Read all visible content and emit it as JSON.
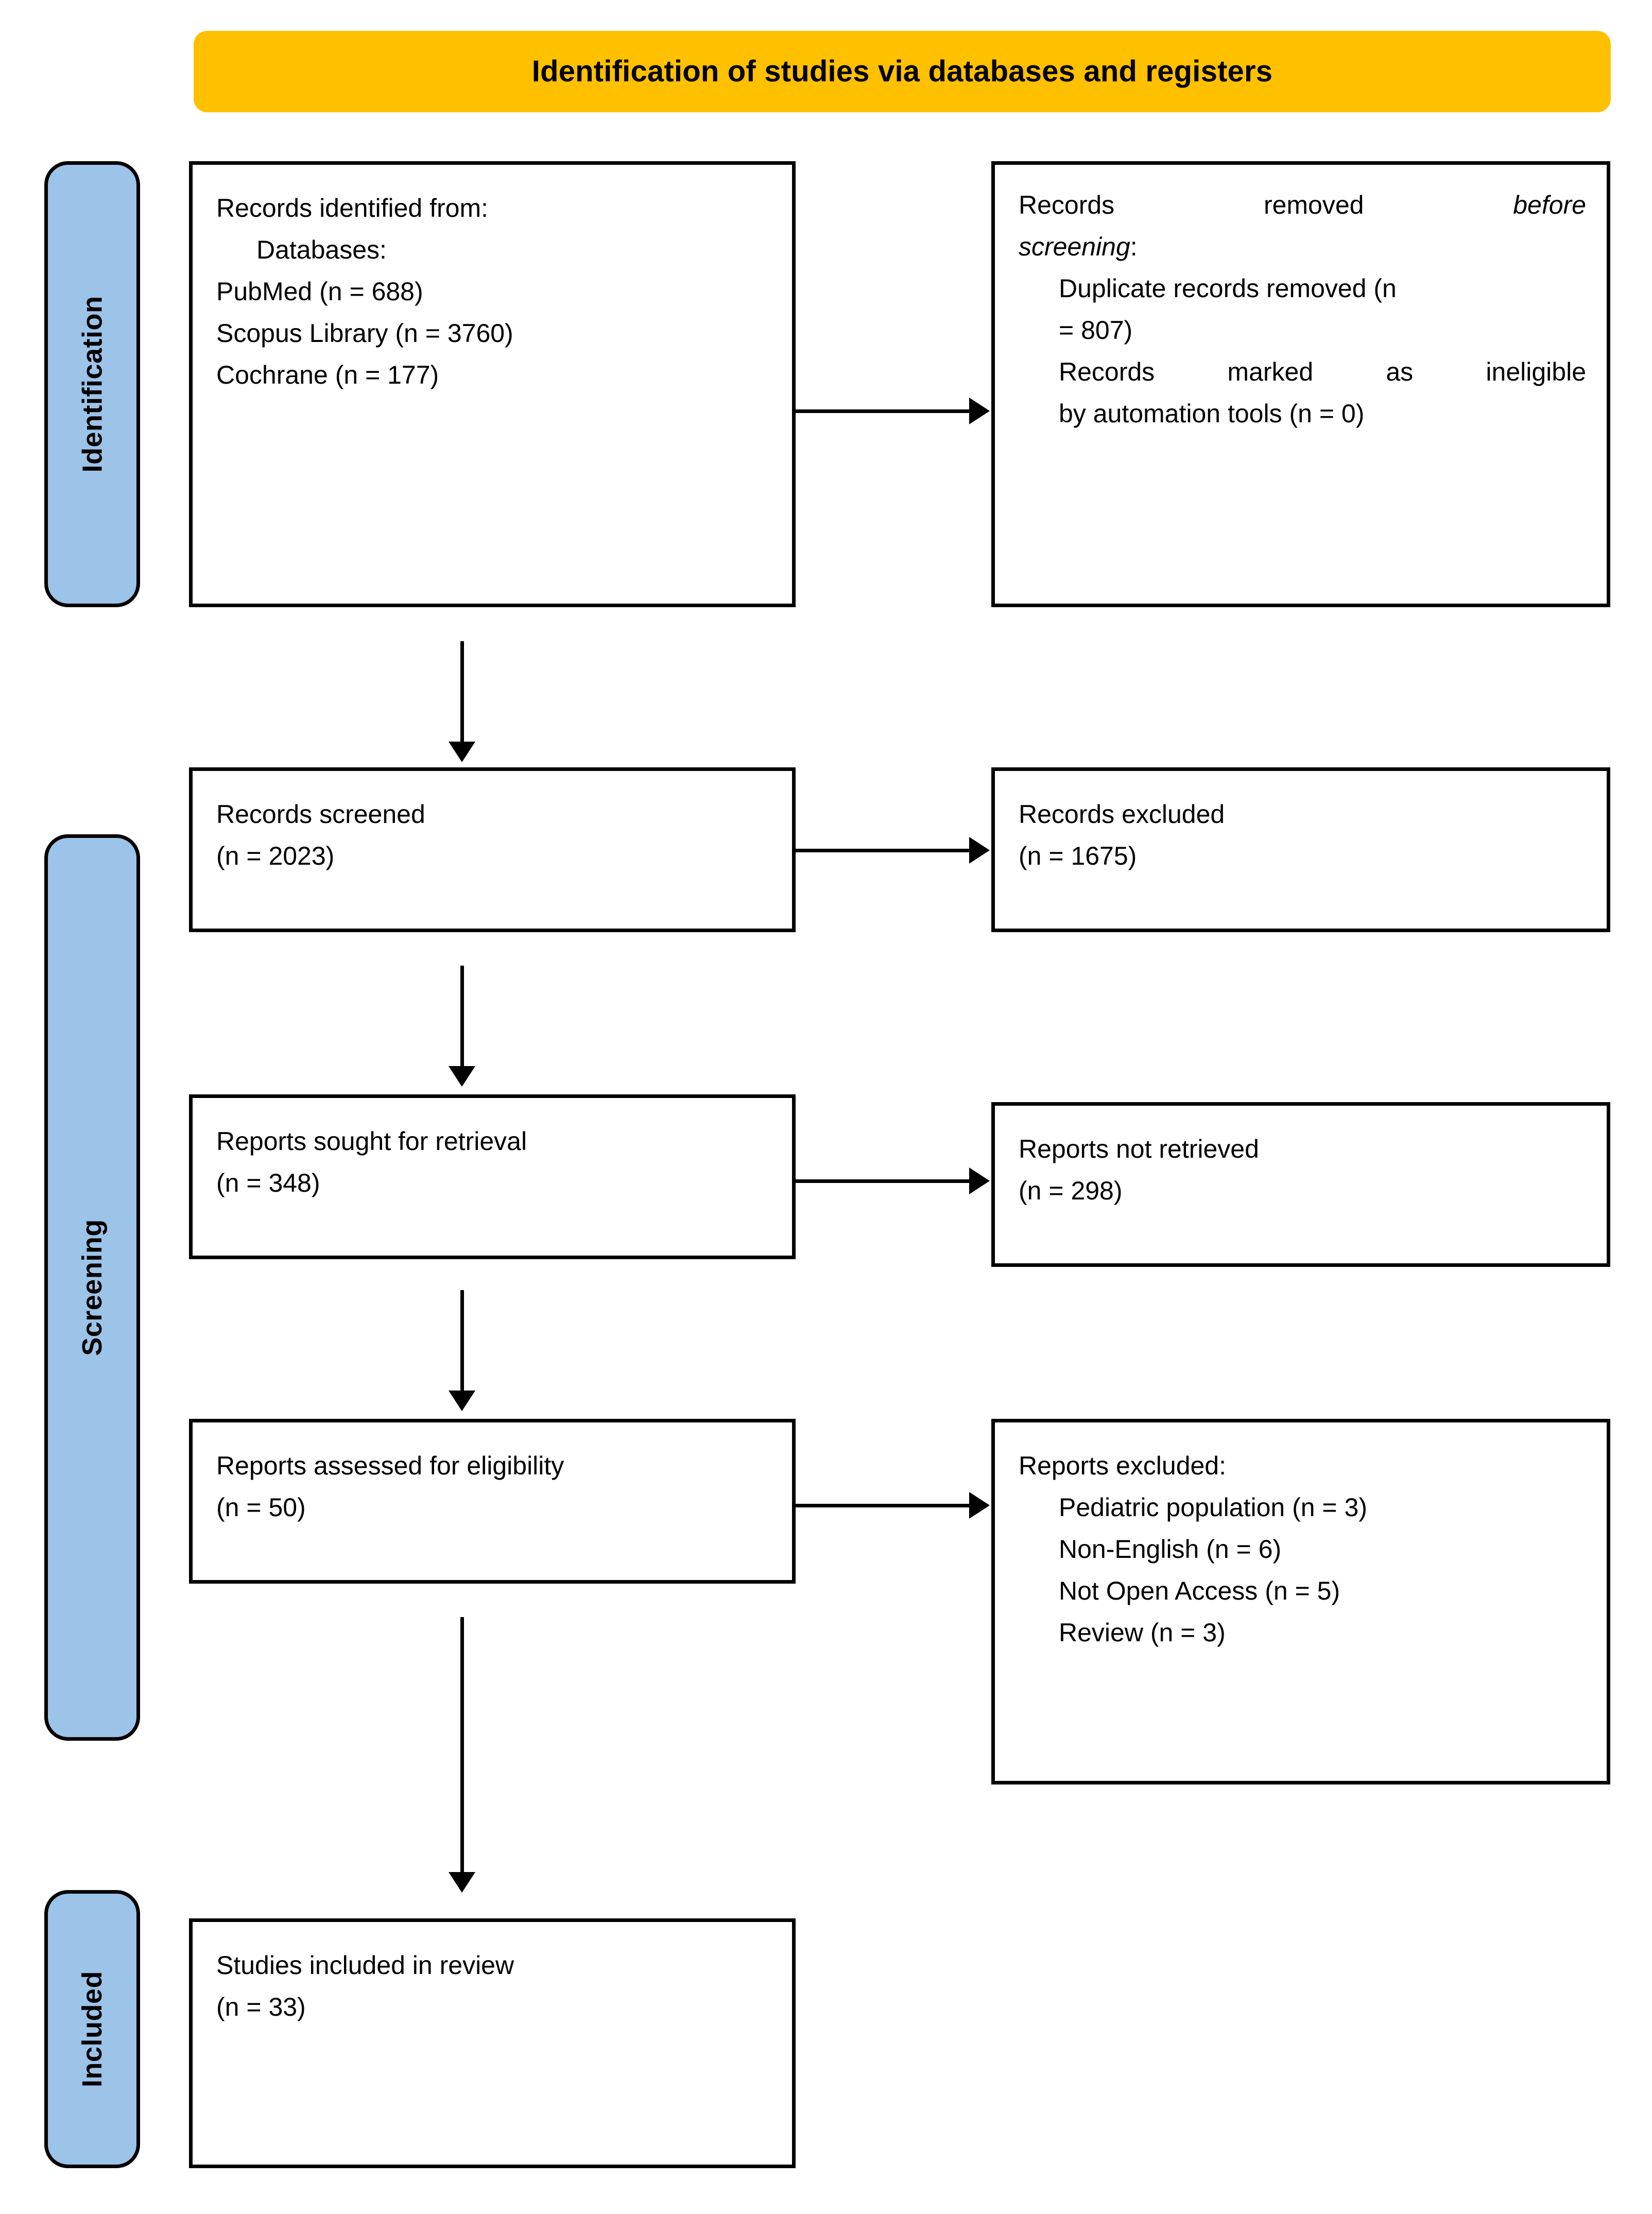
{
  "banner": {
    "title": "Identification of studies via databases and registers"
  },
  "stages": [
    {
      "id": "identification",
      "label": "Identification"
    },
    {
      "id": "screening",
      "label": "Screening"
    },
    {
      "id": "included",
      "label": "Included"
    }
  ],
  "boxes": {
    "records_identified": {
      "heading": "Records identified from:",
      "sub_heading": "Databases:",
      "sources": [
        "PubMed (n = 688)",
        "Scopus Library (n = 3760)",
        "Cochrane (n = 177)"
      ]
    },
    "records_removed": {
      "heading_part1": "Records",
      "heading_part2": "removed",
      "heading_italic": "before",
      "heading_italic2": "screening",
      "heading_colon": ":",
      "items": [
        "Duplicate records removed (n",
        "= 807)",
        "Records marked as ineligible",
        "by automation tools (n = 0)"
      ]
    },
    "records_screened": {
      "label": "Records screened",
      "count": "(n = 2023)"
    },
    "records_excluded": {
      "label": "Records excluded",
      "count": "(n = 1675)"
    },
    "reports_sought": {
      "label": "Reports sought for retrieval",
      "count": "(n = 348)"
    },
    "reports_not_retrieved": {
      "label": "Reports not retrieved",
      "count": "(n = 298)"
    },
    "reports_assessed": {
      "label": "Reports assessed for eligibility",
      "count": "(n = 50)"
    },
    "reports_excluded": {
      "heading": "Reports excluded:",
      "reasons": [
        "Pediatric population (n = 3)",
        "Non-English (n = 6)",
        "Not Open Access (n = 5)",
        "Review (n = 3)"
      ]
    },
    "studies_included": {
      "label": "Studies included in review",
      "count": "(n = 33)"
    }
  },
  "colors": {
    "banner_fill": "#FFC000",
    "stage_fill": "#9CC3E8",
    "stroke": "#000000",
    "box_fill": "#FFFFFF"
  }
}
